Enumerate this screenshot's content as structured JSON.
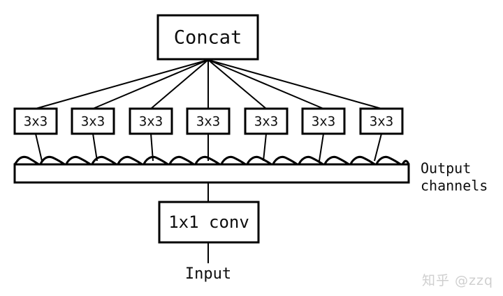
{
  "diagram": {
    "title_node": {
      "label": "Concat"
    },
    "kernel_nodes": [
      {
        "label": "3x3"
      },
      {
        "label": "3x3"
      },
      {
        "label": "3x3"
      },
      {
        "label": "3x3"
      },
      {
        "label": "3x3"
      },
      {
        "label": "3x3"
      },
      {
        "label": "3x3"
      }
    ],
    "channels_bar": {
      "label_line1": "Output",
      "label_line2": "channels"
    },
    "conv_node": {
      "label": "1x1 conv"
    },
    "input_node": {
      "label": "Input"
    },
    "colors": {
      "stroke": "#000000",
      "fill": "#ffffff",
      "text": "#0d0d0d",
      "watermark": "#cfcfcf"
    }
  },
  "watermark": {
    "text": "知乎 @zzq"
  }
}
